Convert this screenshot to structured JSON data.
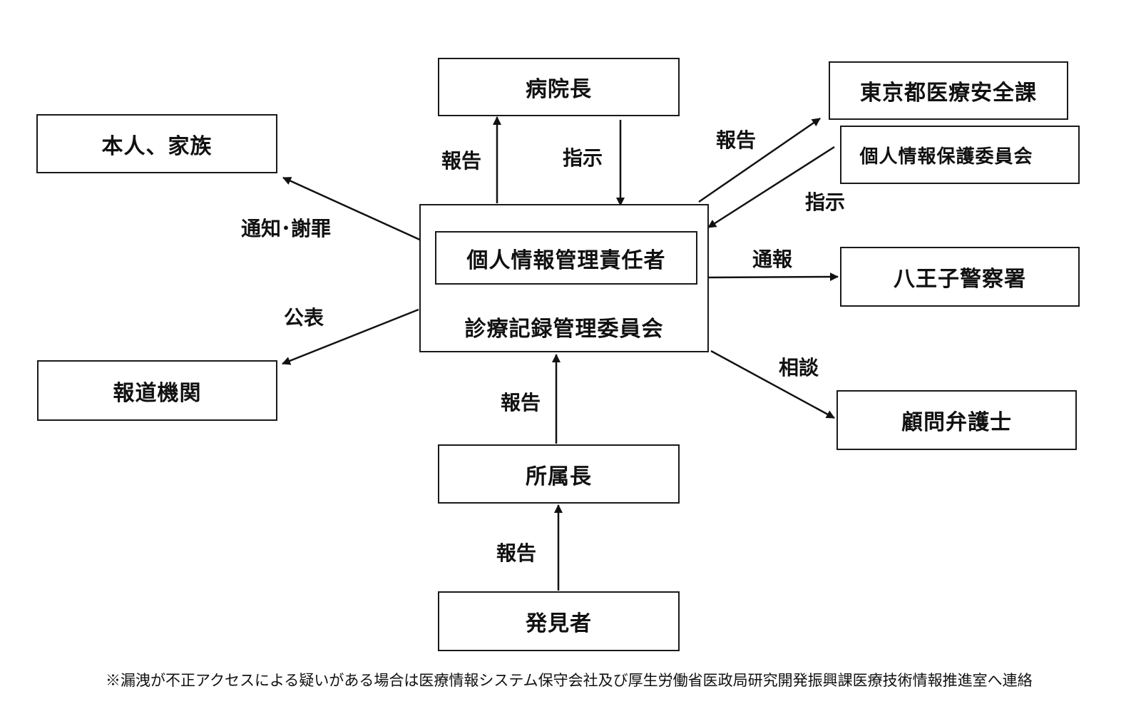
{
  "nodes": {
    "director": "病院長",
    "tokyo_safety": "東京都医療安全課",
    "privacy_committee": "個人情報保護委員会",
    "patient_family": "本人、家族",
    "privacy_manager": "個人情報管理責任者",
    "records_committee": "診療記録管理委員会",
    "police": "八王子警察署",
    "press": "報道機関",
    "lawyer": "顧問弁護士",
    "dept_head": "所属長",
    "discoverer": "発見者"
  },
  "edges": {
    "to_director": "報告",
    "from_director": "指示",
    "to_tokyo": "報告",
    "from_committee": "指示",
    "to_patient": "通知･謝罪",
    "to_police": "通報",
    "to_press": "公表",
    "to_lawyer": "相談",
    "from_dept_head": "報告",
    "from_discoverer": "報告"
  },
  "note": "※漏洩が不正アクセスによる疑いがある場合は医療情報システム保守会社及び厚生労働省医政局研究開発振興課医療技術情報推進室へ連絡"
}
